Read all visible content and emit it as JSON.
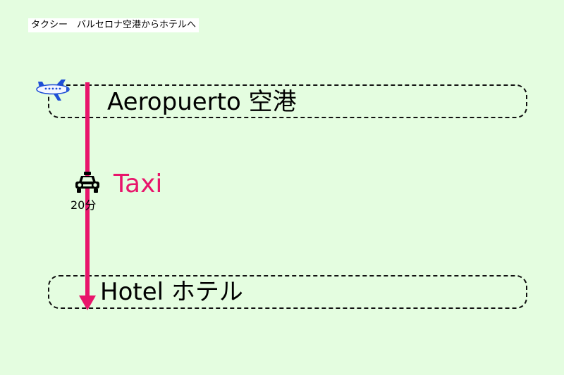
{
  "header": {
    "title": "タクシー　バルセロナ空港からホテルへ"
  },
  "route": {
    "origin": {
      "label": "Aeropuerto 空港",
      "icon": "airplane-icon"
    },
    "destination": {
      "label": "Hotel ホテル"
    },
    "segment": {
      "mode_label": "Taxi",
      "duration": "20分",
      "icon": "taxi-icon",
      "color": "#e8156b"
    }
  }
}
